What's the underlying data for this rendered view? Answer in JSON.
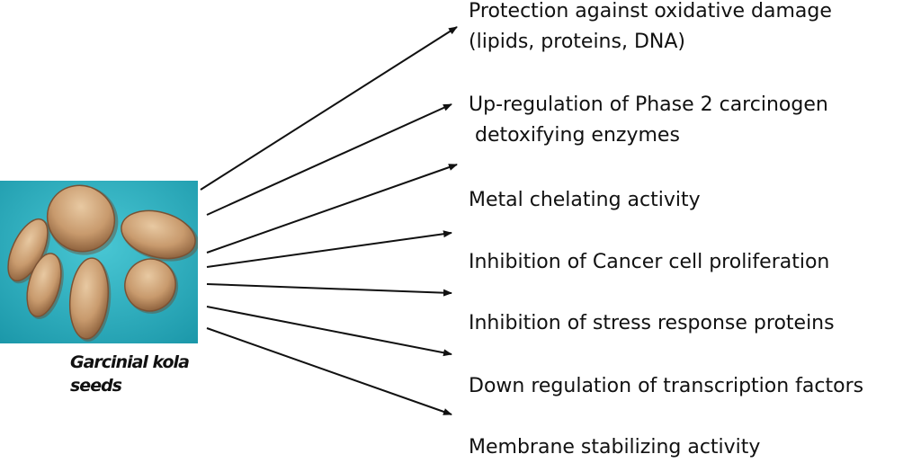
{
  "caption": {
    "line1": "Garcinial kola",
    "line2": "seeds"
  },
  "effects": [
    {
      "line1": "Protection against oxidative damage",
      "line2": "(lipids, proteins, DNA)"
    },
    {
      "line1": "Up-regulation of Phase 2 carcinogen",
      "line2": " detoxifying enzymes"
    },
    {
      "line1": "Metal chelating activity"
    },
    {
      "line1": "Inhibition of Cancer cell proliferation"
    },
    {
      "line1": "Inhibition of stress response proteins"
    },
    {
      "line1": "Down regulation of transcription factors"
    },
    {
      "line1": "Membrane stabilizing activity"
    }
  ],
  "colors": {
    "photo_background": "#2bb3c3",
    "arrow": "#111111",
    "text": "#111111"
  }
}
